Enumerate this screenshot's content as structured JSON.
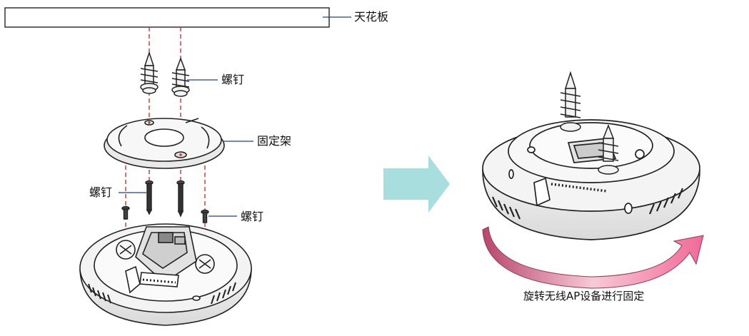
{
  "labels": {
    "ceiling": "天花板",
    "screws_top": "螺钉",
    "bracket": "固定架",
    "screws_left": "螺钉",
    "screws_right": "螺钉",
    "caption": "旋转无线AP设备进行固定"
  },
  "colors": {
    "leader_line": "#1f3f9f",
    "guide_line": "#d0342c",
    "arrow_fill": "#a9dede",
    "rotate_arrow": "#f29bb6",
    "outline": "#222222"
  },
  "icons": {
    "step_arrow": "arrow-right-icon",
    "rotate_arrow": "curved-arrow-icon"
  }
}
